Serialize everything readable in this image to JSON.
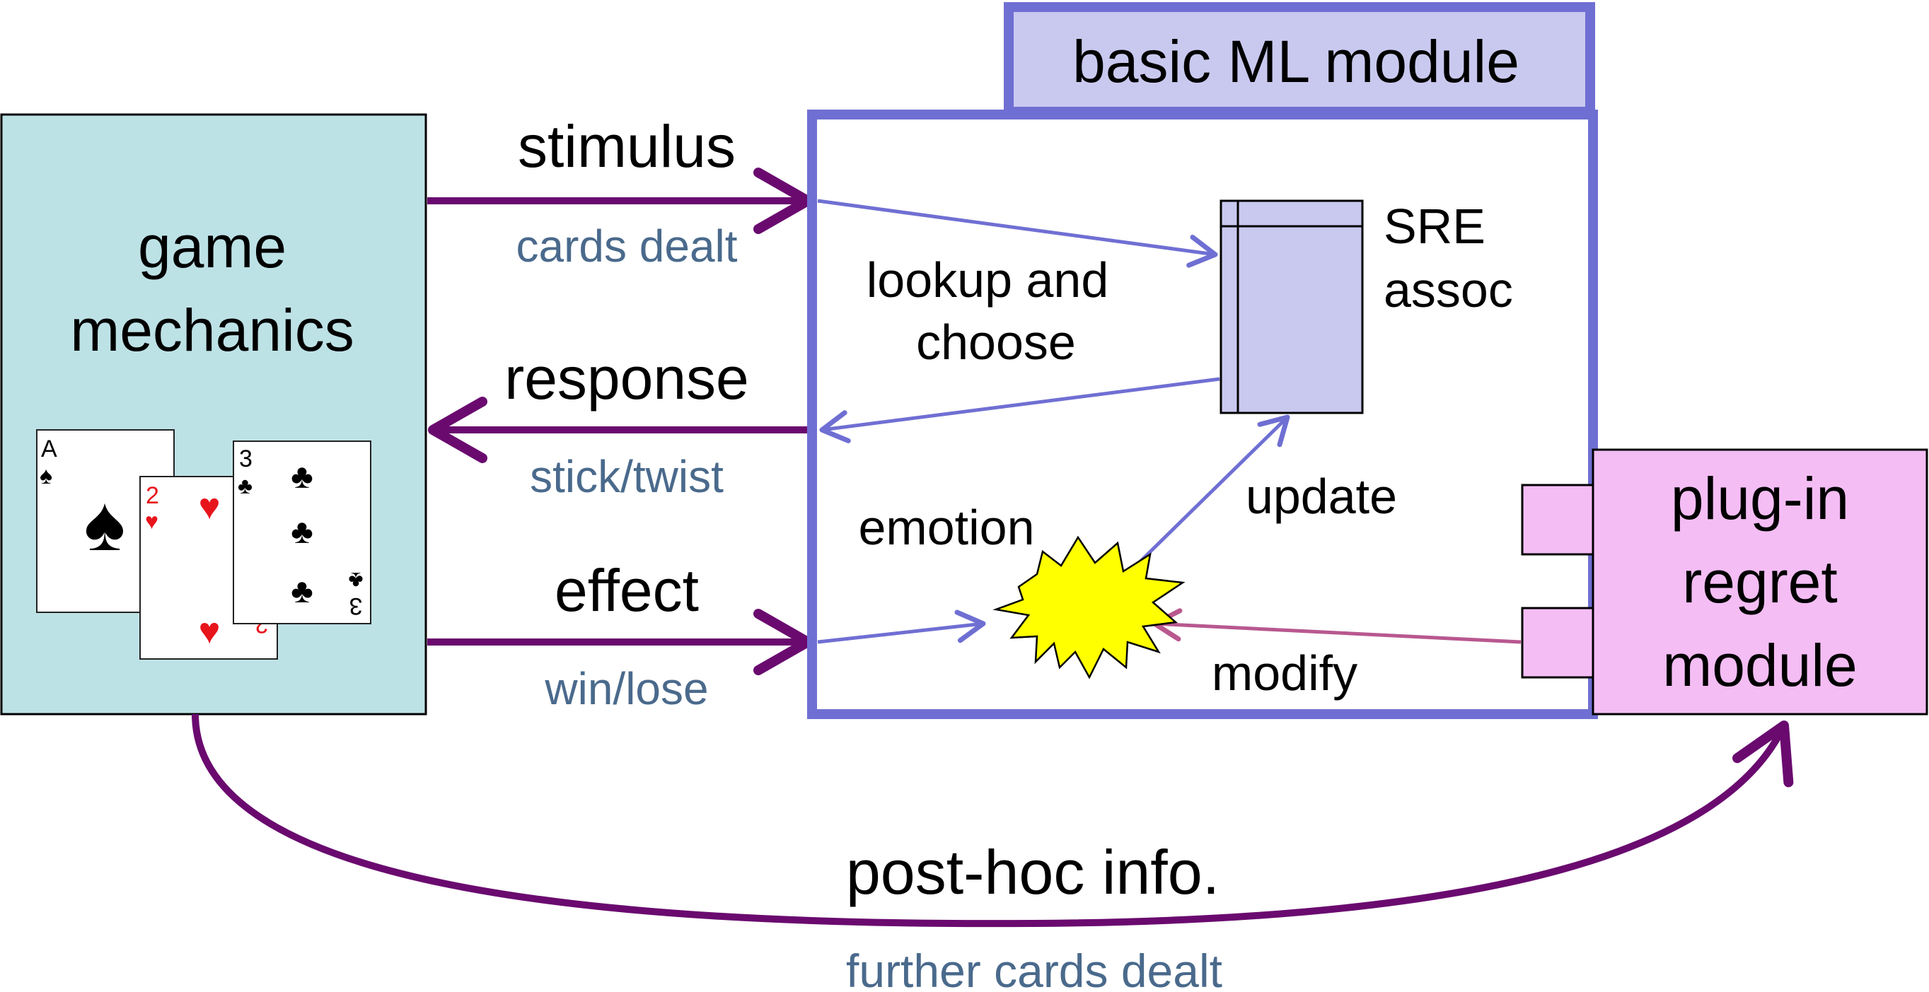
{
  "colors": {
    "game_box_fill": "#bde2e6",
    "ml_border": "#6f6fd3",
    "ml_title_fill": "#c9c9f0",
    "plugin_fill": "#f4bdf4",
    "signal_arrow": "#6a0a6f",
    "internal_arrow": "#6f6fd3",
    "modify_arrow": "#b8588f",
    "sub_text": "#4a6a8c",
    "table_fill": "#c9c9f0",
    "burst_fill": "#ffff00"
  },
  "game": {
    "title_line1": "game",
    "title_line2": "mechanics"
  },
  "cards": [
    {
      "rank": "A",
      "suit": "♠",
      "color": "#000000",
      "center": "♠"
    },
    {
      "rank": "2",
      "suit": "♥",
      "color": "#e8141b",
      "center": "♥"
    },
    {
      "rank": "3",
      "suit": "♣",
      "color": "#000000",
      "center": "♣"
    }
  ],
  "signals": {
    "stimulus": {
      "label": "stimulus",
      "sub": "cards dealt"
    },
    "response": {
      "label": "response",
      "sub": "stick/twist"
    },
    "effect": {
      "label": "effect",
      "sub": "win/lose"
    },
    "posthoc": {
      "label": "post-hoc info.",
      "sub": "further cards dealt"
    }
  },
  "ml_module": {
    "title": "basic ML module",
    "lookup_line1": "lookup and",
    "lookup_line2": "choose",
    "table_line1": "SRE",
    "table_line2": "assoc",
    "update": "update",
    "emotion": "emotion",
    "modify": "modify"
  },
  "plugin": {
    "line1": "plug-in",
    "line2": "regret",
    "line3": "module"
  }
}
